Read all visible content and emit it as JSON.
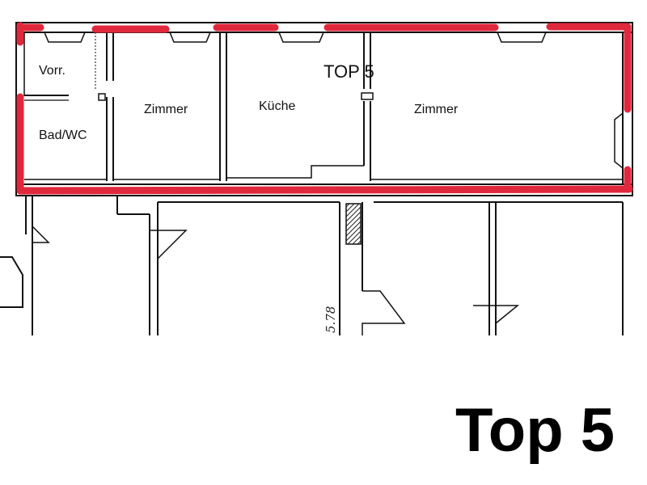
{
  "plan": {
    "unit_label": "TOP 5",
    "rooms": {
      "vorraum": "Vorr.",
      "bad_wc": "Bad/WC",
      "zimmer_left": "Zimmer",
      "kueche": "Küche",
      "zimmer_right": "Zimmer"
    },
    "dimension": "5.78"
  },
  "caption": "Top 5",
  "colors": {
    "highlight": "#e0283c",
    "wall": "#111111"
  }
}
